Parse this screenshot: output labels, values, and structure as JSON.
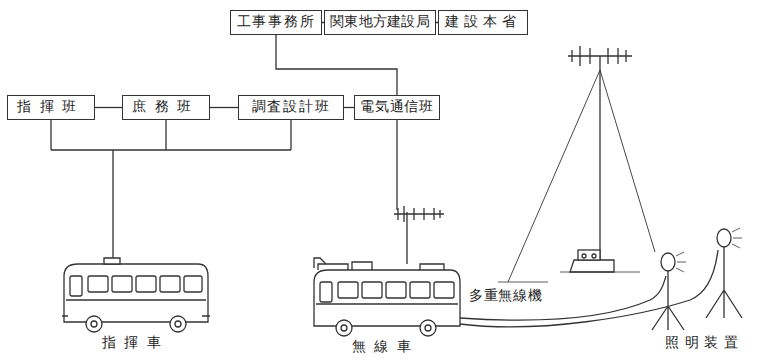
{
  "diagram": {
    "nodes": [
      {
        "text": [
          "工事事務所"
        ]
      },
      {
        "text": [
          "関東地方建設局"
        ]
      },
      {
        "text": [
          "建設本省"
        ]
      },
      {
        "text": [
          "指揮班"
        ]
      },
      {
        "text": [
          "庶務班"
        ]
      },
      {
        "text": [
          "調査設計班"
        ]
      },
      {
        "text": [
          "電気通信班"
        ]
      }
    ],
    "edges": [
      {
        "from": 0,
        "to": 1,
        "arrow": "none"
      },
      {
        "from": 1,
        "to": 2,
        "arrow": "none"
      },
      {
        "from": 0,
        "to": 6,
        "arrow": "none"
      },
      {
        "from": 3,
        "to": 4,
        "arrow": "none"
      },
      {
        "from": 4,
        "to": 5,
        "arrow": "none"
      },
      {
        "from": 5,
        "to": 6,
        "arrow": "none"
      }
    ],
    "labels": [
      "指揮車",
      "無線車",
      "多重無線機",
      "照明装置"
    ]
  }
}
